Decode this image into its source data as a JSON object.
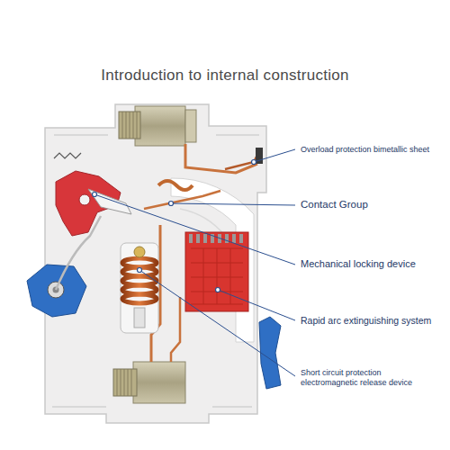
{
  "diagram": {
    "title": "Introduction to internal construction",
    "labels": [
      "Overload protection bimetallic sheet",
      "Contact Group",
      "Mechanical locking device",
      "Rapid arc extinguishing system",
      "Short circuit protection electromagnetic release device"
    ]
  }
}
